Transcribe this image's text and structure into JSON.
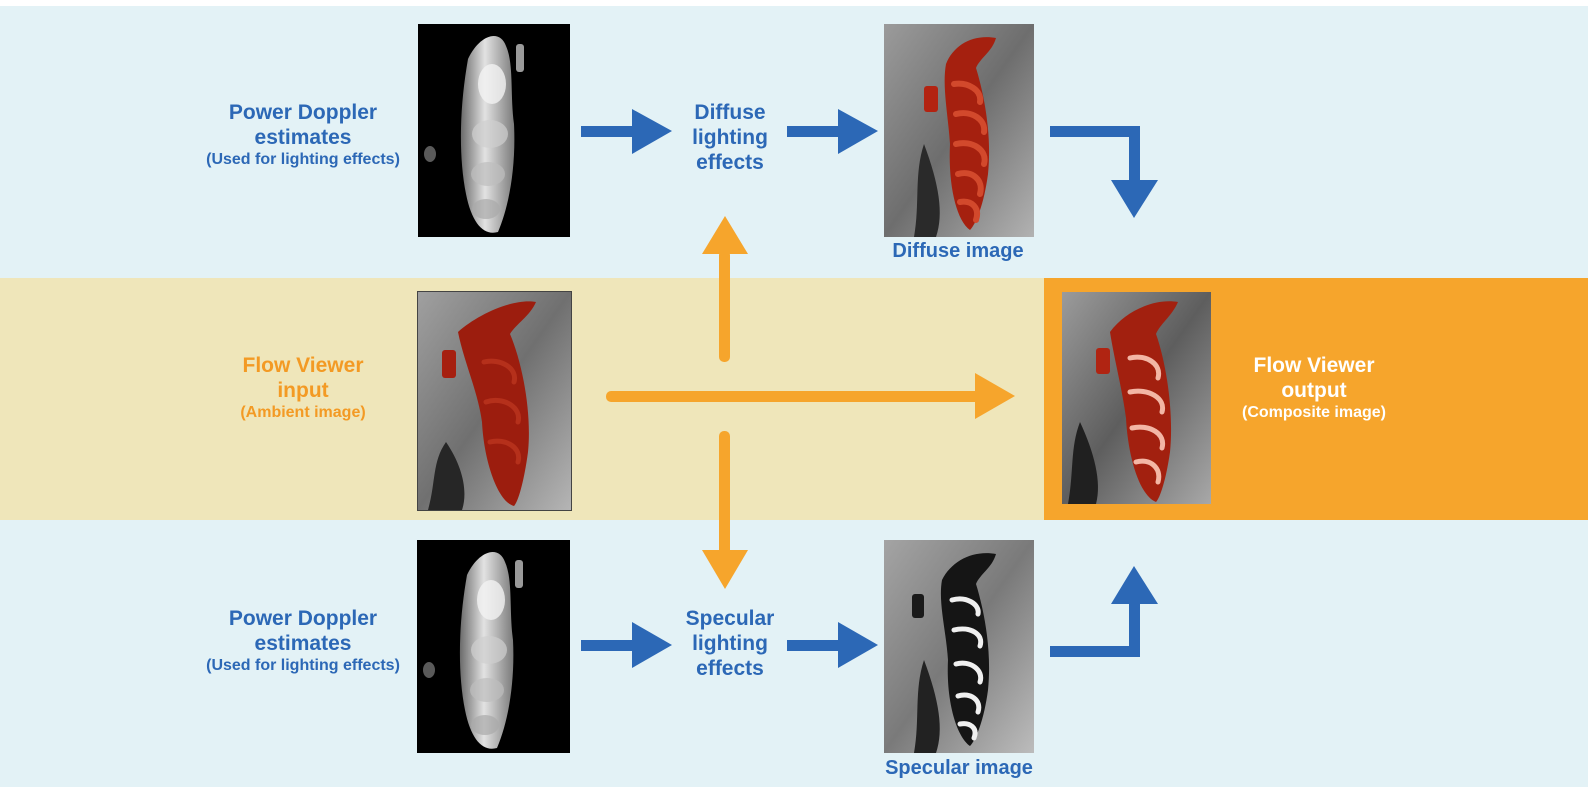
{
  "rows": {
    "top": {
      "input_title": "Power Doppler estimates",
      "input_sub": "(Used for lighting effects)",
      "process": "Diffuse lighting effects",
      "output_caption": "Diffuse image"
    },
    "middle": {
      "input_title": "Flow Viewer input",
      "input_sub": "(Ambient image)",
      "output_title": "Flow Viewer output",
      "output_sub": "(Composite image)"
    },
    "bottom": {
      "input_title": "Power Doppler estimates",
      "input_sub": "(Used for lighting effects)",
      "process": "Specular lighting effects",
      "output_caption": "Specular image"
    }
  },
  "colors": {
    "blue_accent": "#2c68b6",
    "orange_accent": "#f6a52c",
    "light_blue_band": "#e3f2f6",
    "tan_band": "#efe6ba"
  },
  "images": {
    "power_doppler": "grayscale-depth-render",
    "ambient": "red-vessel-on-ultrasound",
    "diffuse": "red-vessel-diffuse-lit",
    "specular": "white-highlights-on-dark-vessel",
    "composite": "red-vessel-composite"
  }
}
